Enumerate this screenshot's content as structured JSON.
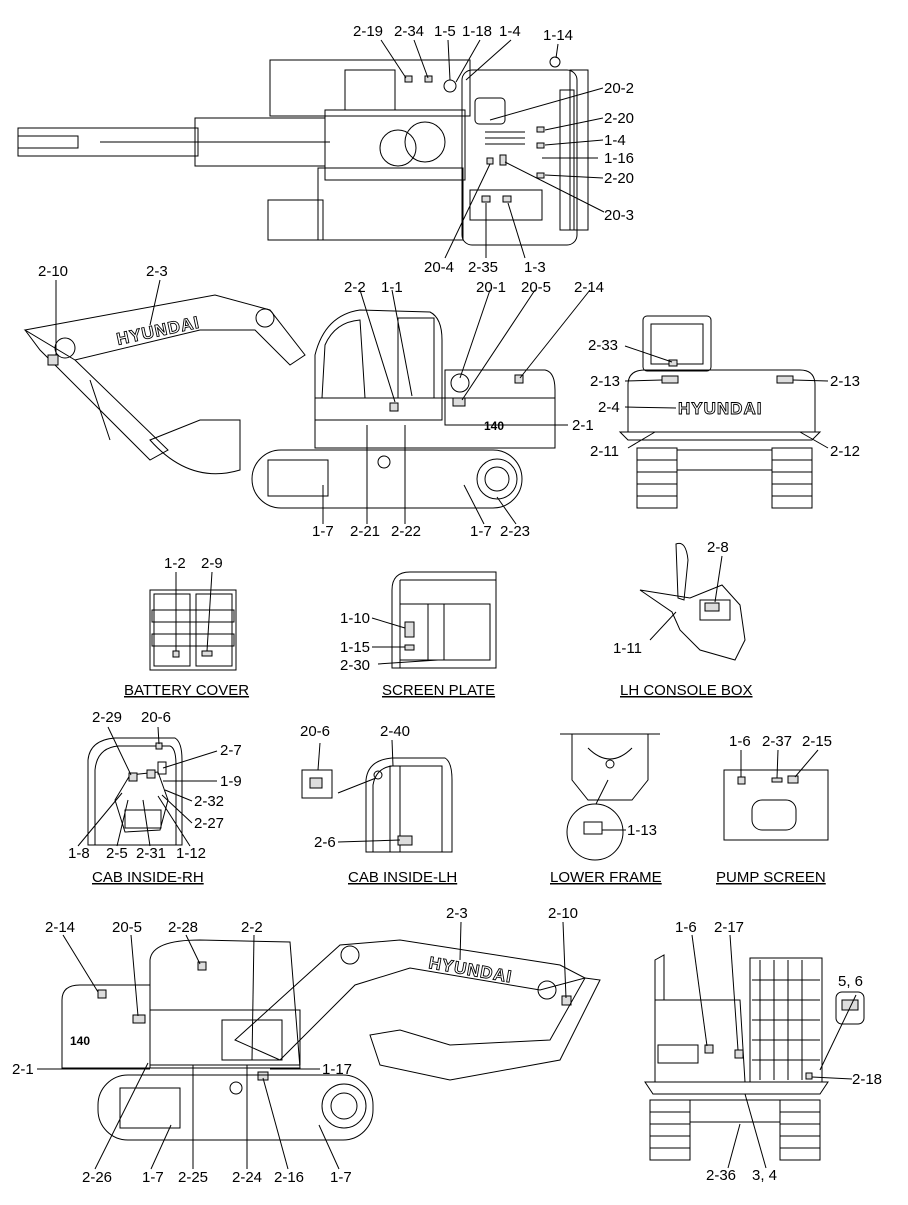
{
  "brand": "HYUNDAI",
  "model_mark": "140",
  "views": {
    "top": {
      "callouts": [
        "2-19",
        "2-34",
        "1-5",
        "1-18",
        "1-4",
        "1-14",
        "20-2",
        "2-20",
        "1-4",
        "1-16",
        "2-20",
        "20-3",
        "20-4",
        "2-35",
        "1-3"
      ]
    },
    "left_side": {
      "callouts": [
        "2-10",
        "2-3",
        "2-2",
        "1-1",
        "20-1",
        "20-5",
        "2-14",
        "2-1",
        "1-7",
        "2-21",
        "2-22",
        "1-7",
        "2-23"
      ]
    },
    "rear": {
      "callouts": [
        "2-33",
        "2-13",
        "2-13",
        "2-4",
        "2-11",
        "2-12"
      ]
    },
    "battery_cover": {
      "title": "BATTERY COVER",
      "callouts": [
        "1-2",
        "2-9"
      ]
    },
    "screen_plate": {
      "title": "SCREEN PLATE",
      "callouts": [
        "1-10",
        "1-15",
        "2-30"
      ]
    },
    "lh_console_box": {
      "title": "LH CONSOLE BOX",
      "callouts": [
        "2-8",
        "1-11"
      ]
    },
    "cab_inside_rh": {
      "title": "CAB INSIDE-RH",
      "callouts": [
        "2-29",
        "20-6",
        "2-7",
        "1-9",
        "2-32",
        "2-27",
        "1-8",
        "2-5",
        "2-31",
        "1-12"
      ]
    },
    "cab_inside_lh": {
      "title": "CAB INSIDE-LH",
      "callouts": [
        "20-6",
        "2-40",
        "2-6"
      ]
    },
    "lower_frame": {
      "title": "LOWER FRAME",
      "callouts": [
        "1-13"
      ]
    },
    "pump_screen": {
      "title": "PUMP SCREEN",
      "callouts": [
        "1-6",
        "2-37",
        "2-15"
      ]
    },
    "right_side": {
      "callouts": [
        "2-14",
        "20-5",
        "2-28",
        "2-2",
        "2-3",
        "2-10",
        "2-1",
        "1-17",
        "2-26",
        "1-7",
        "2-25",
        "2-24",
        "2-16",
        "1-7"
      ]
    },
    "front": {
      "callouts": [
        "1-6",
        "2-17",
        "5, 6",
        "2-18",
        "2-36",
        "3, 4"
      ]
    }
  }
}
